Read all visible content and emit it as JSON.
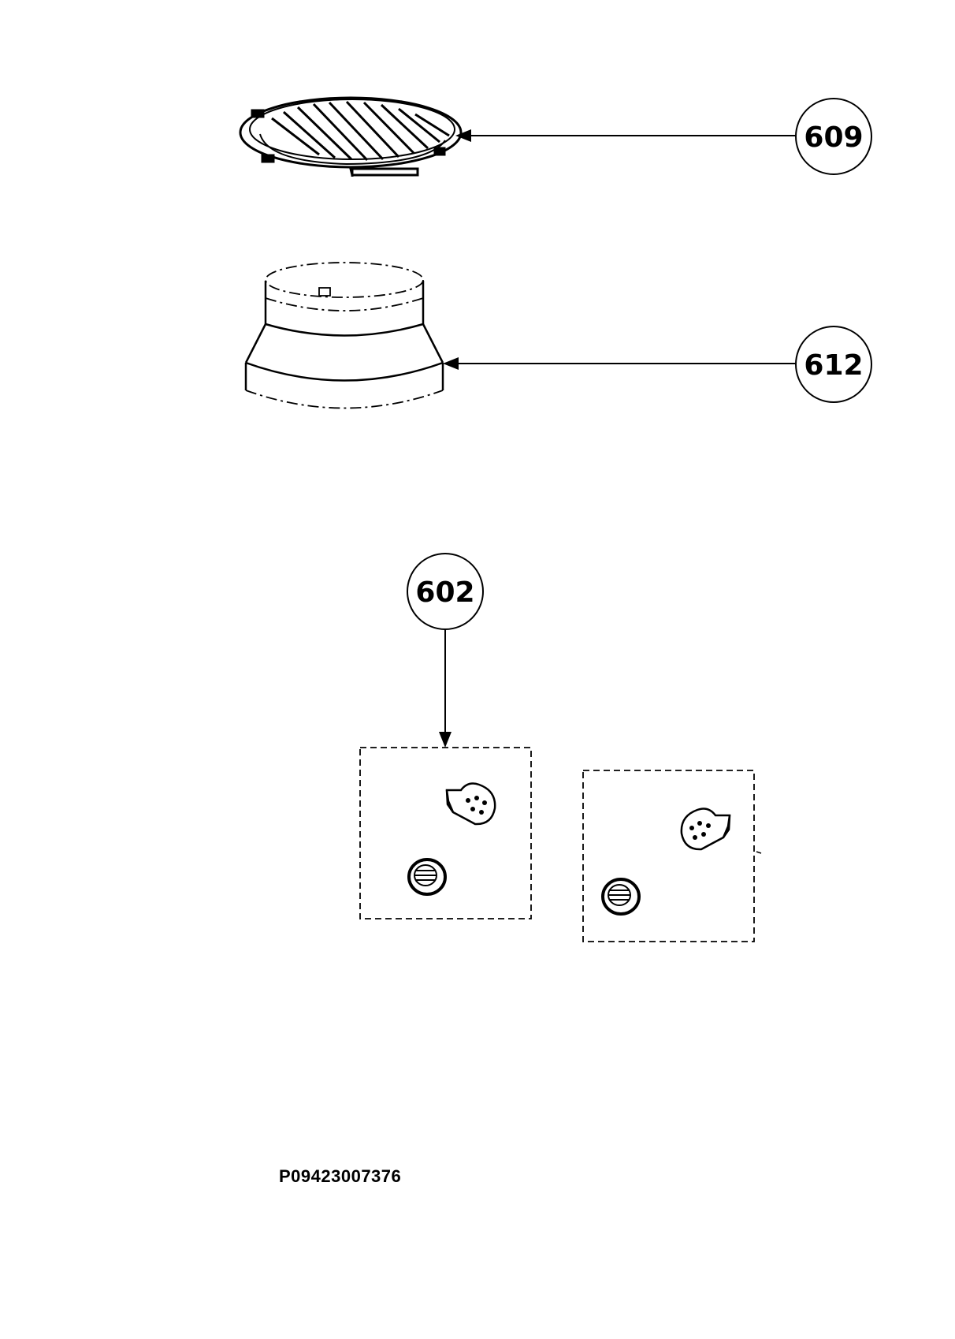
{
  "callouts": [
    {
      "id": "609",
      "label": "609",
      "part": "wire-grill-rack"
    },
    {
      "id": "612",
      "label": "612",
      "part": "round-adapter-ring"
    },
    {
      "id": "602",
      "label": "602",
      "part": "knob-and-clip-kit"
    }
  ],
  "drawing_number": "P09423007376",
  "colors": {
    "line": "#000000",
    "background": "#ffffff",
    "callout_fill": "#ffffff"
  }
}
